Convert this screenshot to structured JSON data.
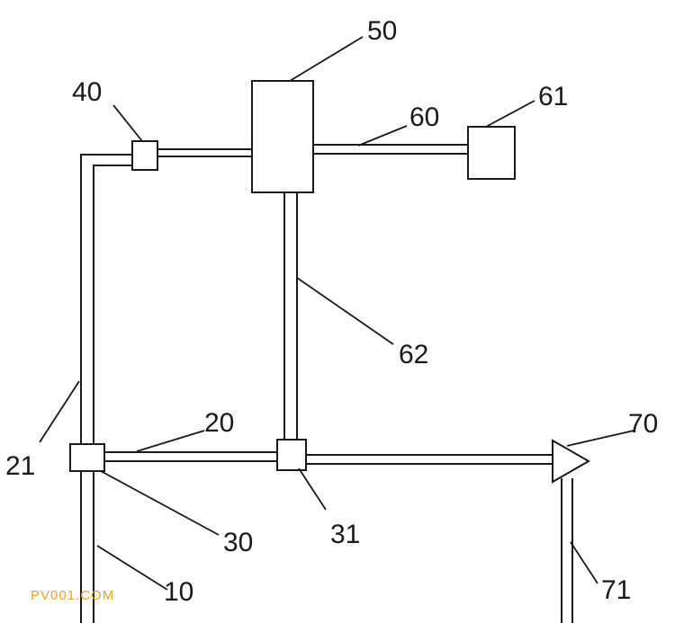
{
  "labels": {
    "l10": "10",
    "l20": "20",
    "l21": "21",
    "l30": "30",
    "l31": "31",
    "l40": "40",
    "l50": "50",
    "l60": "60",
    "l61": "61",
    "l62": "62",
    "l70": "70",
    "l71": "71"
  },
  "watermark": "PV001.COM",
  "colors": {
    "line": "#1a1a1a",
    "watermark": "#f0a020"
  }
}
